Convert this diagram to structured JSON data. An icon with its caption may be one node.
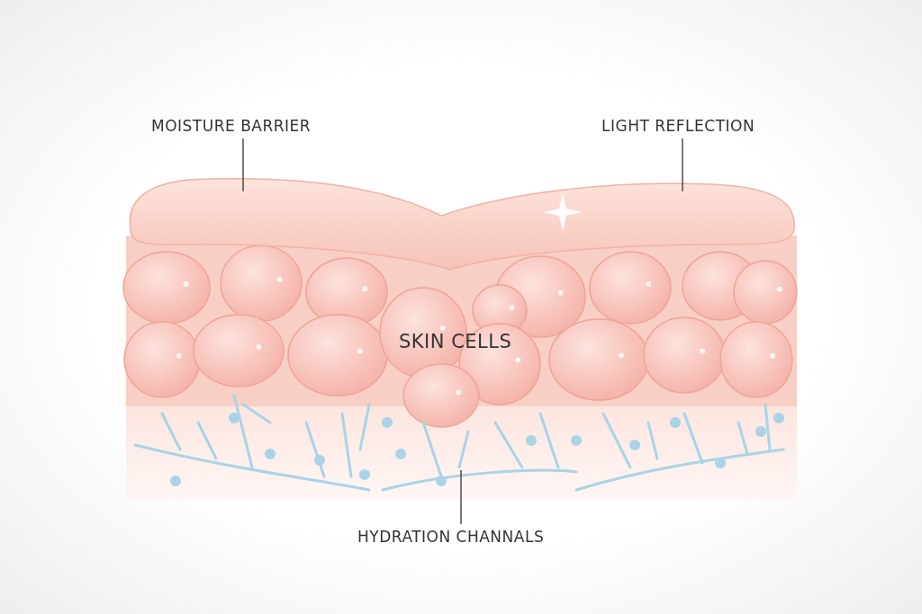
{
  "diagram": {
    "nodes": [
      {
        "text": [
          "MOISTURE BARRIER"
        ]
      },
      {
        "text": [
          "LIGHT REFLECTION"
        ]
      },
      {
        "text": [
          "HYDRATION CHANNALS"
        ]
      },
      {
        "text": [],
        "shape": "picture"
      },
      {
        "text": [],
        "shape": "picture"
      }
    ],
    "edges": [
      {
        "from": 0,
        "to": 3,
        "arrow": "none"
      },
      {
        "from": 1,
        "to": 3,
        "arrow": "none"
      },
      {
        "from": 2,
        "to": 4,
        "arrow": "none"
      }
    ],
    "labels": [
      "SKIN CELLS"
    ]
  }
}
